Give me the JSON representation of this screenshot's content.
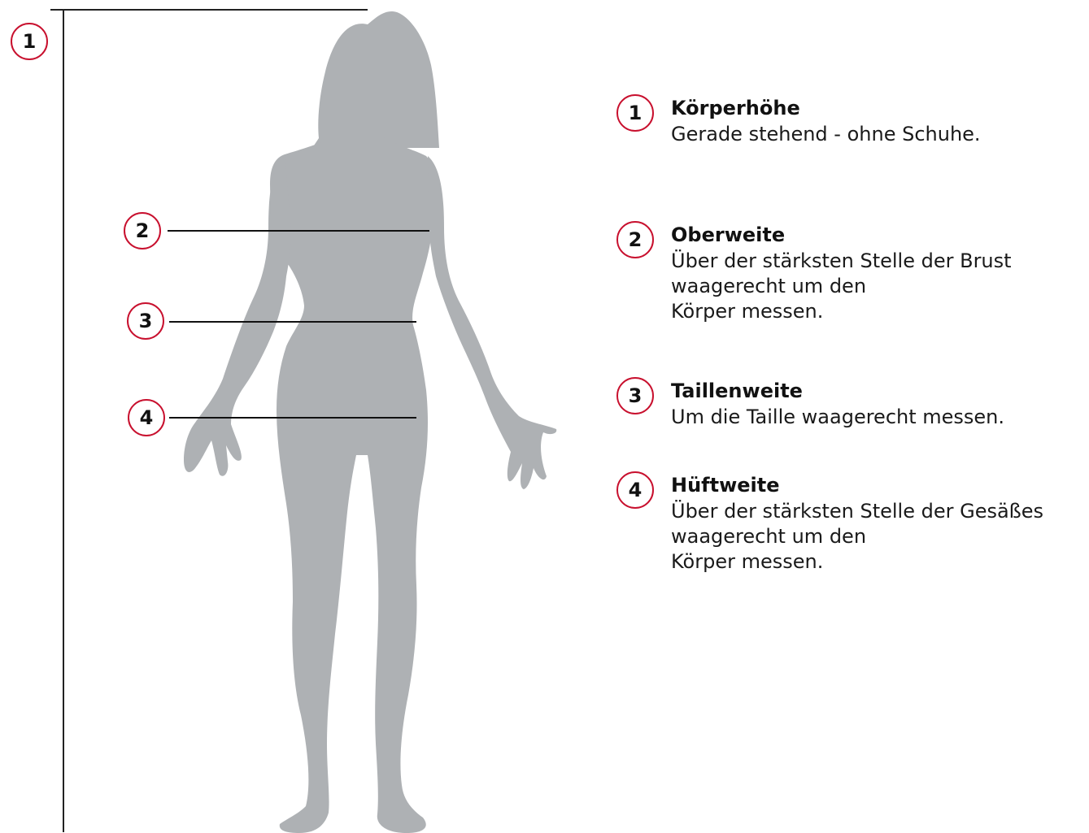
{
  "accent_color": "#c8102e",
  "silhouette_color": "#aeb1b4",
  "markers": [
    "1",
    "2",
    "3",
    "4"
  ],
  "legend": [
    {
      "number": "1",
      "title": "Körperhöhe",
      "description": "Gerade stehend - ohne Schuhe."
    },
    {
      "number": "2",
      "title": "Oberweite",
      "description": "Über der stärksten Stelle der Brust\nwaagerecht um den\nKörper messen."
    },
    {
      "number": "3",
      "title": "Taillenweite",
      "description": "Um die Taille waagerecht messen."
    },
    {
      "number": "4",
      "title": "Hüftweite",
      "description": "Über der stärksten Stelle der Gesäßes\nwaagerecht um den\nKörper messen."
    }
  ]
}
